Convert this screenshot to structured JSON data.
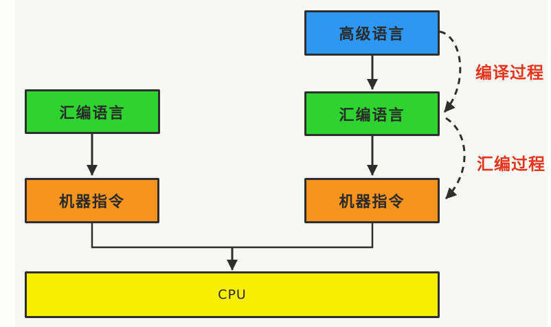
{
  "colors": {
    "background": "#f7f8f4",
    "connector": "#2e2e2e",
    "box_border": "#2e2e2e",
    "box_text": "#2a2a2a",
    "annotation_red": "#e6331c",
    "high_level_blue": "#2d97f2",
    "assembly_green": "#2fd32f",
    "machine_orange": "#f7941d",
    "cpu_yellow": "#f8ee00"
  },
  "boxes": {
    "high_level": {
      "label": "高级语言",
      "color": "#2d97f2"
    },
    "assembly_left": {
      "label": "汇编语言",
      "color": "#2fd32f"
    },
    "assembly_right": {
      "label": "汇编语言",
      "color": "#2fd32f"
    },
    "machine_left": {
      "label": "机器指令",
      "color": "#f7941d"
    },
    "machine_right": {
      "label": "机器指令",
      "color": "#f7941d"
    },
    "cpu": {
      "label": "CPU",
      "color": "#f8ee00"
    }
  },
  "annotations": {
    "compile_process": {
      "label": "编译过程",
      "color": "#e6331c"
    },
    "assembly_process": {
      "label": "汇编过程",
      "color": "#e6331c"
    }
  },
  "connectors": [
    {
      "from": "high_level",
      "to": "assembly_right",
      "style": "solid-arrow"
    },
    {
      "from": "assembly_right",
      "to": "machine_right",
      "style": "solid-arrow"
    },
    {
      "from": "assembly_left",
      "to": "machine_left",
      "style": "solid-arrow"
    },
    {
      "from": "machine_left+machine_right",
      "to": "cpu",
      "style": "solid-arrow"
    },
    {
      "from": "high_level",
      "to": "assembly_right",
      "style": "dashed-curve",
      "annotation": "编译过程"
    },
    {
      "from": "assembly_right",
      "to": "machine_right",
      "style": "dashed-curve",
      "annotation": "汇编过程"
    }
  ]
}
